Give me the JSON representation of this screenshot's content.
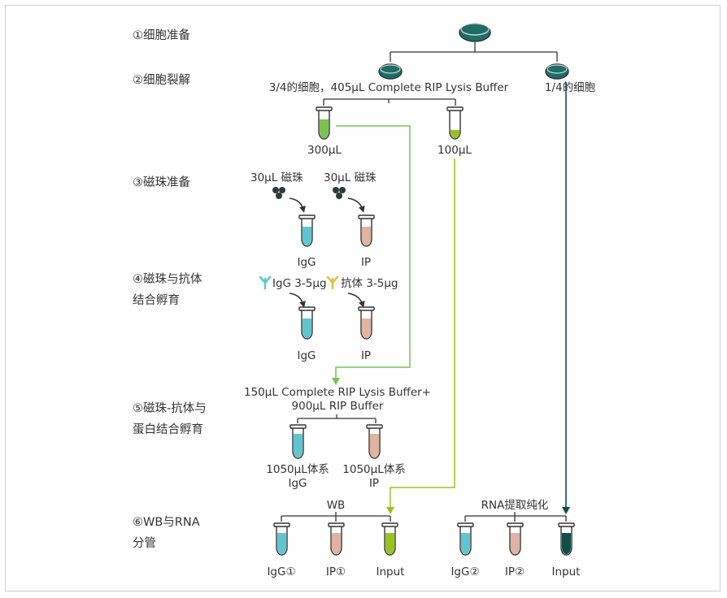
{
  "colors": {
    "dark_teal": "#0f4f4a",
    "dish_fill": "#1f6d66",
    "cyan": "#5fc6d0",
    "salmon": "#e0b4a2",
    "green": "#79c250",
    "lime": "#9ac21b",
    "outline": "#333333",
    "igg_antibody": "#5fc6d0",
    "ip_antibody": "#e2c24c"
  },
  "steps": [
    {
      "label": "①细胞准备"
    },
    {
      "label": "②细胞裂解"
    },
    {
      "label": "③磁珠准备"
    },
    {
      "label": "④磁珠与抗体",
      "label2": "结合孵育"
    },
    {
      "label": "⑤磁珠-抗体与",
      "label2": "蛋白结合孵育"
    },
    {
      "label": "⑥WB与RNA",
      "label2": "分管"
    }
  ],
  "lysis": {
    "split_three_quarter": "3/4的细胞，405μL Complete RIP Lysis Buffer",
    "split_one_quarter": "1/4的细胞",
    "volume_a": "300μL",
    "volume_b": "100μL"
  },
  "beads": {
    "amount_igg": "30μL 磁珠",
    "amount_ip": "30μL 磁珠",
    "tube_igg": "IgG",
    "tube_ip": "IP"
  },
  "antibody": {
    "igg_dose": "IgG 3-5μg",
    "ip_dose": "抗体 3-5μg",
    "tube_igg": "IgG",
    "tube_ip": "IP"
  },
  "binding": {
    "buffer_line1": "150μL Complete RIP Lysis Buffer+",
    "buffer_line2": "900μL RIP Buffer",
    "system_igg": "1050μL体系",
    "system_igg_sub": "IgG",
    "system_ip": "1050μL体系",
    "system_ip_sub": "IP"
  },
  "final": {
    "wb_label": "WB",
    "rna_label": "RNA提取纯化",
    "wb_tubes": [
      "IgG①",
      "IP①",
      "Input"
    ],
    "rna_tubes": [
      "IgG②",
      "IP②",
      "Input"
    ]
  }
}
